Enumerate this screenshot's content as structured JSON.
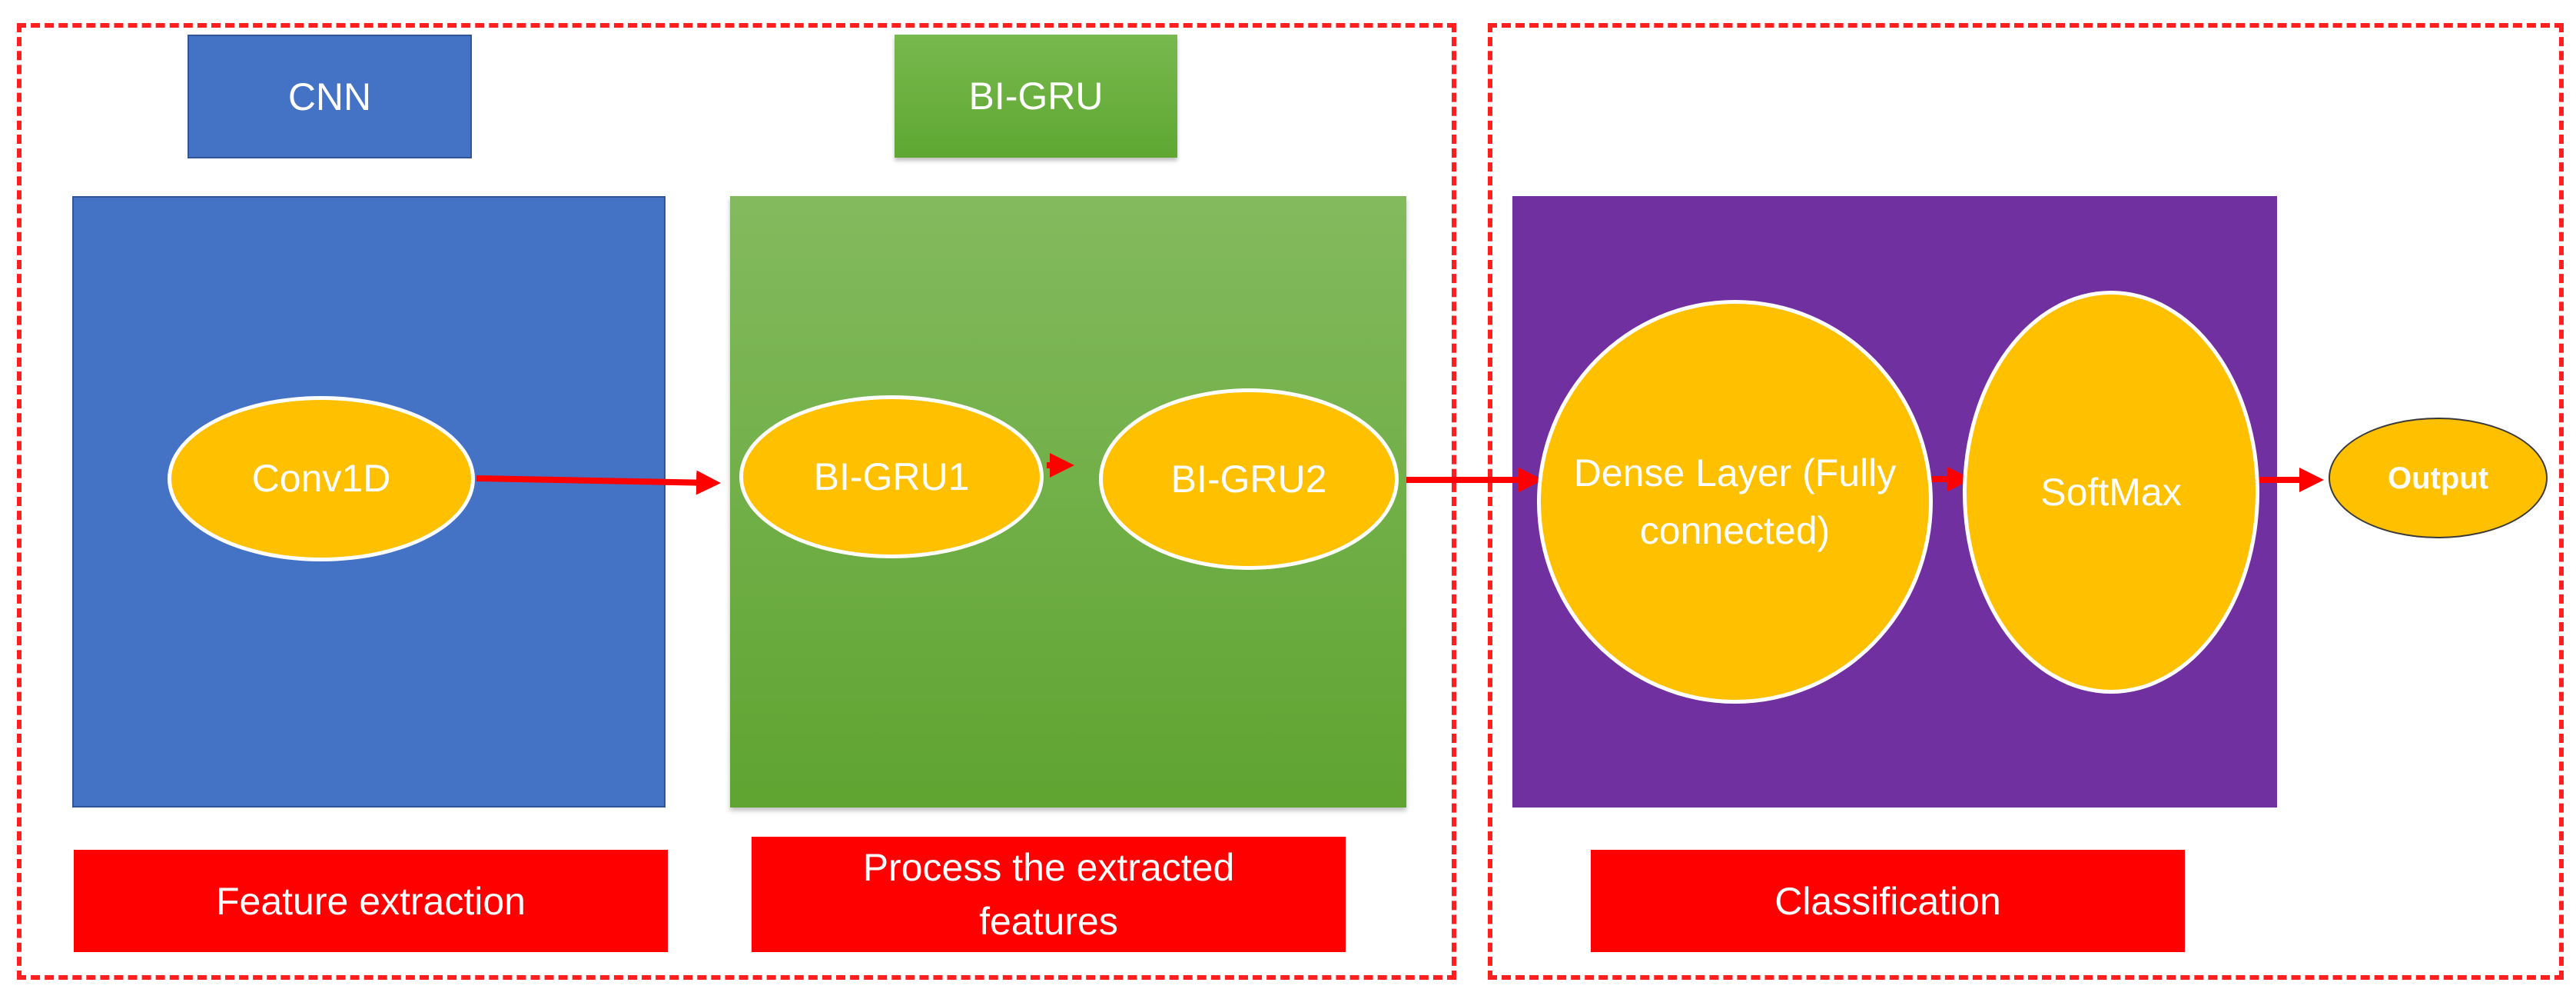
{
  "callouts": {
    "cnn": "CNN",
    "bigru": "BI-GRU"
  },
  "nodes": {
    "conv1d": "Conv1D",
    "bigru1": "BI-GRU1",
    "bigru2": "BI-GRU2",
    "dense": "Dense Layer (Fully connected)",
    "softmax": "SoftMax",
    "output": "Output"
  },
  "labels": {
    "feature_extraction": "Feature extraction",
    "process": "Process the extracted features",
    "classification": "Classification"
  },
  "colors": {
    "frame": "#ff1f1f",
    "cnn_panel": "#4472c4",
    "gru_panel": "#70ad47",
    "classifier_panel": "#7030a0",
    "node_fill": "#ffc000",
    "label_fill": "#ff0000",
    "arrow": "#ff0000"
  }
}
